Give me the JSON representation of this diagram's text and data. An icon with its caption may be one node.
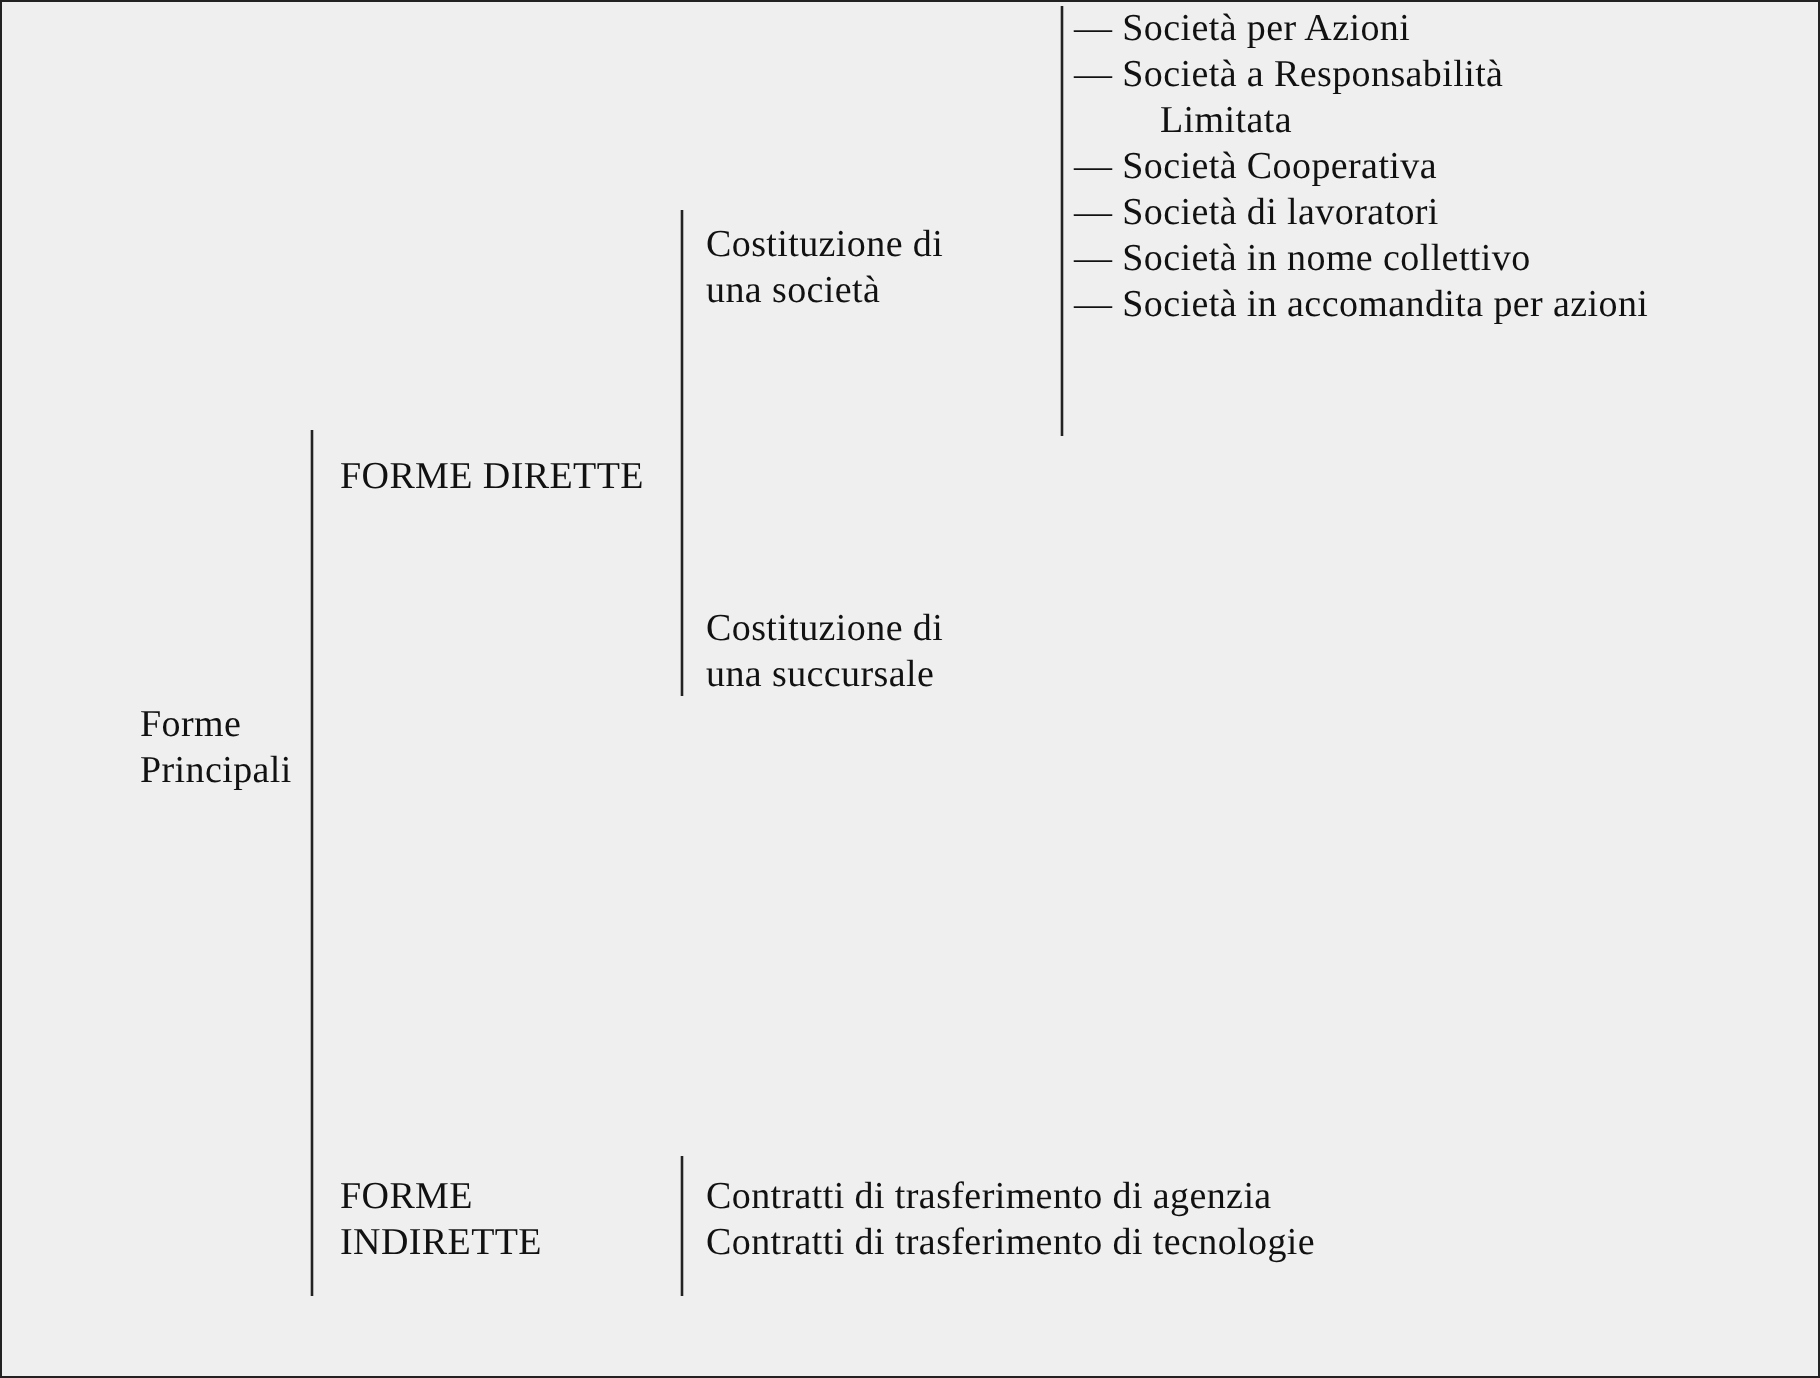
{
  "diagram": {
    "labels": [
      "Forme Principali",
      "FORME DIRETTE",
      "Costituzione di una società",
      "— Società per Azioni",
      "— Società a Responsabilità Limitata",
      "— Società Cooperativa",
      "— Società di lavoratori",
      "— Società in nome collettivo",
      "— Società in accomandita per azioni",
      "Costituzione di una succursale",
      "FORME INDIRETTE",
      "Contratti di trasferimento di agenzia",
      "Contratti di trasferimento di tecnologie"
    ]
  }
}
